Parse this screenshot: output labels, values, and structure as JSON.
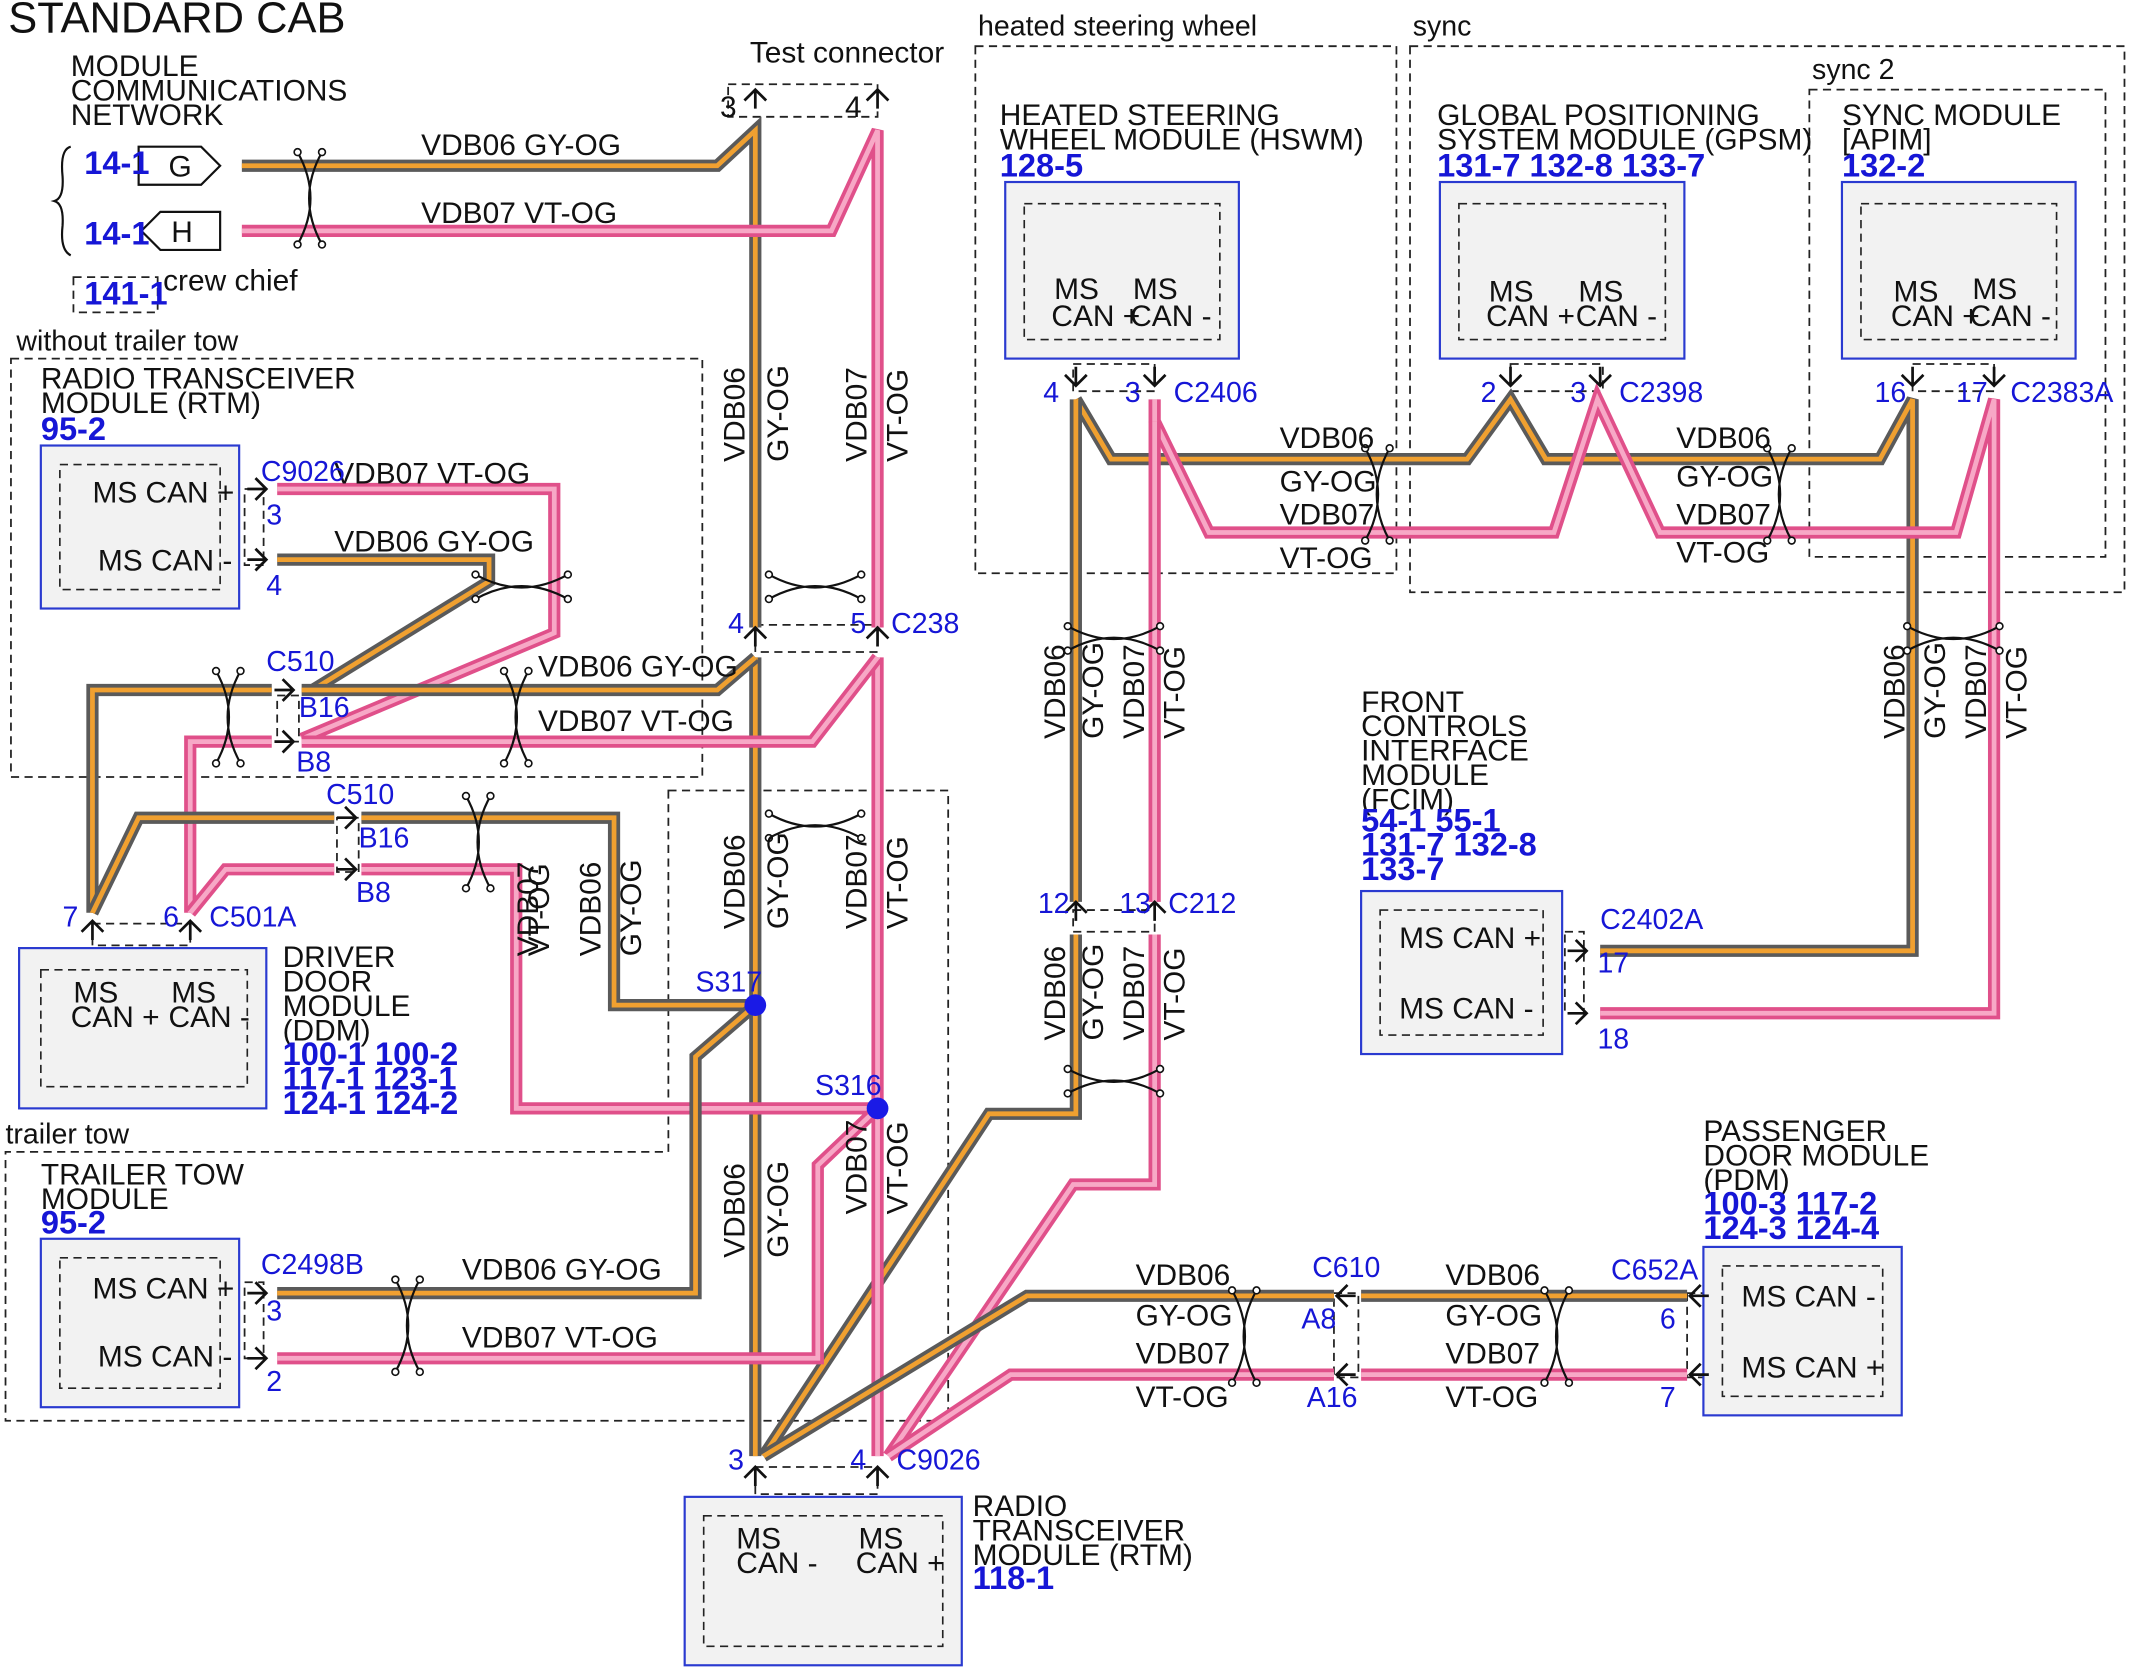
{
  "title": "STANDARD CAB",
  "network": {
    "label": [
      "MODULE",
      "COMMUNICATIONS",
      "NETWORK"
    ],
    "refs": [
      "14-1",
      "14-1",
      "141-1"
    ],
    "crew_chief": "crew chief",
    "pins": [
      "G",
      "H"
    ]
  },
  "test_connector": "Test connector",
  "sections": {
    "heated": "heated steering wheel",
    "sync": "sync",
    "sync2": "sync 2",
    "without_tow": "without trailer tow",
    "tow": "trailer tow"
  },
  "modules": {
    "hswm": {
      "name": [
        "HEATED STEERING",
        "WHEEL MODULE (HSWM)"
      ],
      "refs": [
        "128-5"
      ]
    },
    "gpsm": {
      "name": [
        "GLOBAL POSITIONING",
        "SYSTEM MODULE (GPSM)"
      ],
      "refs": [
        "131-7 132-8 133-7"
      ]
    },
    "apim": {
      "name": [
        "SYNC MODULE",
        "[APIM]"
      ],
      "refs": [
        "132-2"
      ]
    },
    "rtm_top": {
      "name": [
        "RADIO TRANSCEIVER",
        "MODULE (RTM)"
      ],
      "refs": [
        "95-2"
      ]
    },
    "ddm": {
      "name": [
        "DRIVER",
        "DOOR",
        "MODULE",
        "(DDM)"
      ],
      "refs": [
        "100-1 100-2",
        "117-1 123-1",
        "124-1 124-2"
      ]
    },
    "fcim": {
      "name": [
        "FRONT",
        "CONTROLS",
        "INTERFACE",
        "MODULE",
        "(FCIM)"
      ],
      "refs": [
        "54-1  55-1",
        "131-7 132-8",
        "133-7"
      ]
    },
    "ttm": {
      "name": [
        "TRAILER TOW",
        "MODULE"
      ],
      "refs": [
        "95-2"
      ]
    },
    "pdm": {
      "name": [
        "PASSENGER",
        "DOOR MODULE",
        "(PDM)"
      ],
      "refs": [
        "100-3 117-2",
        "124-3 124-4"
      ]
    },
    "rtm_bot": {
      "name": [
        "RADIO",
        "TRANSCEIVER",
        "MODULE (RTM)"
      ],
      "refs": [
        "118-1"
      ]
    }
  },
  "module_pins": {
    "ms": "MS",
    "can_plus": "CAN +",
    "can_minus": "CAN -",
    "ms_can_plus": "MS CAN +",
    "ms_can_minus": "MS CAN -"
  },
  "wires": {
    "vdb06": "VDB06",
    "vdb07": "VDB07",
    "gy_og": "GY-OG",
    "vt_og": "VT-OG",
    "vdb06_gy_og": "VDB06  GY-OG",
    "vdb07_vt_og": "VDB07  VT-OG"
  },
  "connectors": {
    "c2406": "C2406",
    "c2398": "C2398",
    "c2383a": "C2383A",
    "c9026": "C9026",
    "c510": "C510",
    "c238": "C238",
    "c212": "C212",
    "c501a": "C501A",
    "c2402a": "C2402A",
    "c2498b": "C2498B",
    "c610": "C610",
    "c652a": "C652A",
    "s317": "S317",
    "s316": "S316"
  },
  "pins": {
    "p2": "2",
    "p3": "3",
    "p4": "4",
    "p5": "5",
    "p6": "6",
    "p7": "7",
    "p12": "12",
    "p13": "13",
    "p16": "16",
    "p17": "17",
    "p18": "18",
    "b16": "B16",
    "b8": "B8",
    "a8": "A8",
    "a16": "A16"
  },
  "colors": {
    "gy_og_core": "#f0a030",
    "gy_og_outer": "#5a5a5a",
    "vt_og_core": "#f7a8c6",
    "vt_og_outer": "#e0508a",
    "ref_blue": "#1616d6",
    "box_blue": "#2a3ad0",
    "box_fill": "#f2f2f2"
  }
}
